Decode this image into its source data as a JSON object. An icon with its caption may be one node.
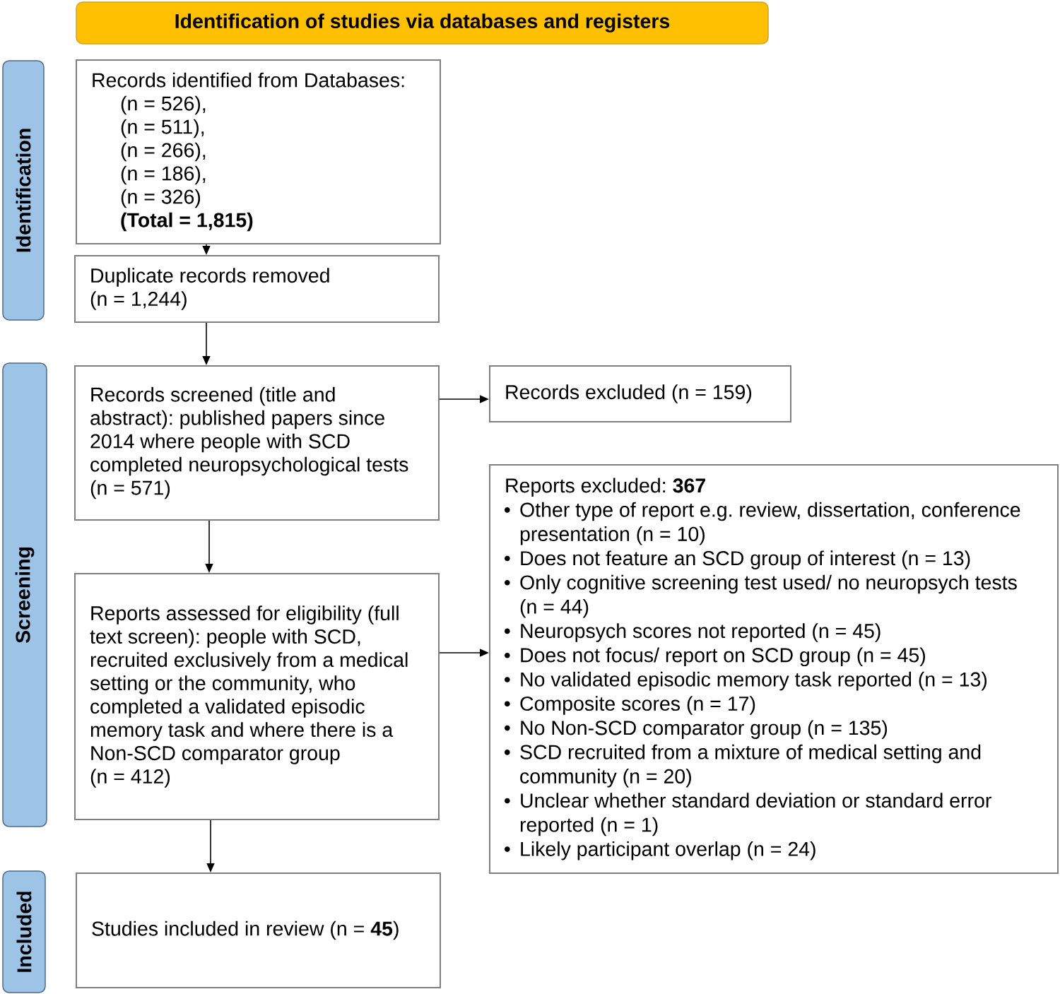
{
  "diagram": {
    "nodes": [
      {
        "text": [
          "Identification of studies via databases and registers"
        ]
      },
      {
        "text": [
          "Identification"
        ]
      },
      {
        "text": [
          "Screening"
        ]
      },
      {
        "text": [
          "Included"
        ]
      },
      {
        "text": [
          "Records identified from Databases:",
          "(n = 526),",
          "(n = 511),",
          "(n = 266),",
          "(n = 186),",
          "(n = 326)",
          "(Total = 1,815)"
        ]
      },
      {
        "text": [
          "Duplicate records removed",
          "(n = 1,244)"
        ]
      },
      {
        "text": [
          "Records screened (title and abstract): published papers since 2014 where people with SCD completed neuropsychological tests",
          "(n = 571)"
        ]
      },
      {
        "text": [
          "Records excluded (n = 159)"
        ]
      },
      {
        "text": [
          "Reports assessed for eligibility (full text screen): people with SCD, recruited exclusively from a medical setting or the community, who completed a validated episodic memory task and where there is a Non-SCD comparator group",
          "(n = 412)"
        ]
      },
      {
        "text": [
          "Reports excluded: **367**",
          "Other type of report e.g. review, dissertation, conference presentation (n = 10)",
          "Does not feature an SCD group of interest (n = 13)",
          "Only cognitive screening test used/ no neuropsych tests (n = 44)",
          "Neuropsych scores not reported (n = 45)",
          "Does not focus/ report on SCD group (n = 45)",
          "No validated episodic memory task reported (n = 13)",
          "Composite scores (n = 17)",
          "No Non-SCD comparator group (n = 135)",
          "SCD recruited from a mixture of medical setting and community (n = 20)",
          "Unclear whether standard deviation or standard error reported (n = 1)",
          "Likely participant overlap (n = 24)"
        ]
      },
      {
        "text": [
          "Studies included in review (n = **45**)"
        ]
      }
    ],
    "edges": [
      {
        "from": 4,
        "to": 5,
        "arrow": "to"
      },
      {
        "from": 5,
        "to": 6,
        "arrow": "to"
      },
      {
        "from": 6,
        "to": 7,
        "arrow": "to"
      },
      {
        "from": 6,
        "to": 8,
        "arrow": "to"
      },
      {
        "from": 8,
        "to": 9,
        "arrow": "to"
      },
      {
        "from": 8,
        "to": 10,
        "arrow": "to"
      }
    ]
  }
}
